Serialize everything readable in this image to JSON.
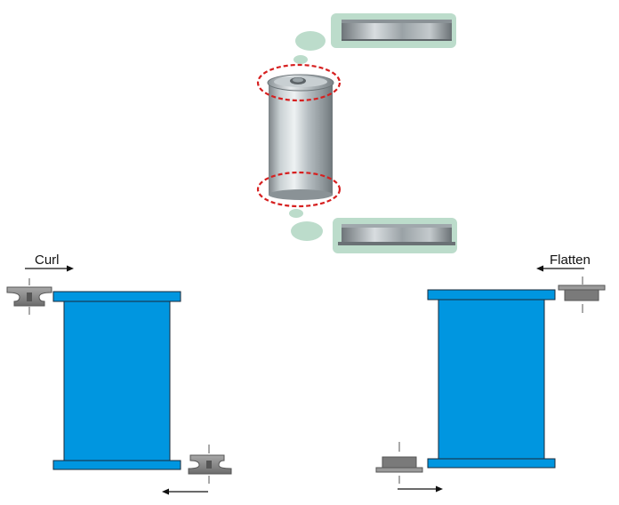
{
  "labels": {
    "curl": "Curl",
    "flatten": "Flatten"
  },
  "colors": {
    "body_blue": "#0096e0",
    "bubble_green": "#bcdccb",
    "highlight_red": "#d62020",
    "roller_gray": "#8c8c8c",
    "can_metal": "#b8c0c4"
  },
  "icons": {
    "can": "metal-can-photo",
    "edge_top": "curled-lid-edge-photo",
    "edge_bottom": "flattened-base-edge-photo",
    "tool": "roller-tool-icon",
    "arrow": "direction-arrow-icon"
  }
}
